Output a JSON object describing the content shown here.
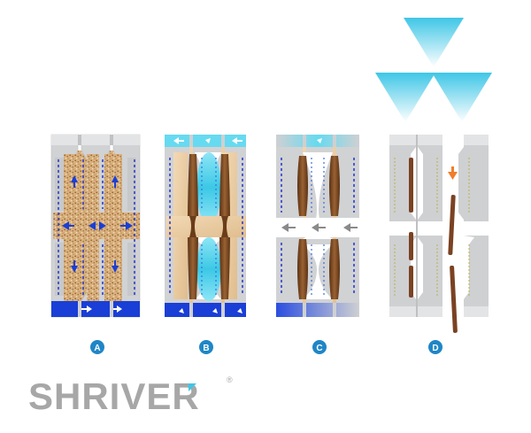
{
  "panels": [
    {
      "label": "A",
      "description": "filtration"
    },
    {
      "label": "B",
      "description": "washing"
    },
    {
      "label": "C",
      "description": "pressing"
    },
    {
      "label": "D",
      "description": "cake discharge"
    }
  ],
  "logo": {
    "text": "SHRIVER",
    "mark": "®"
  },
  "colors": {
    "plate": "#cfd0d2",
    "plate_light": "#e6e7e8",
    "filtrate": "#1a3fd6",
    "wash": "#58d6ef",
    "cake": "#7a4a22",
    "slurry": "#dcb98b",
    "arrow_gray": "#8a8a8a",
    "feed_arrow": "#f07d2a",
    "label_circle": "#1f86c6"
  }
}
